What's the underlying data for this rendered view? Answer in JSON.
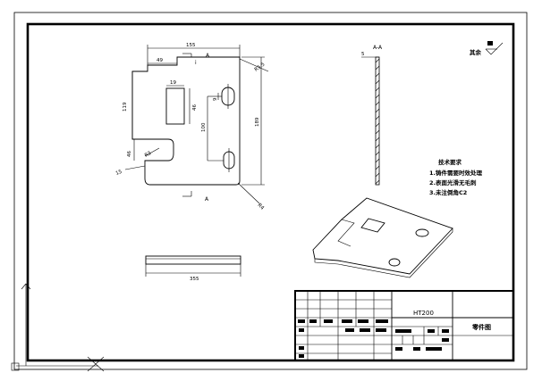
{
  "drawing": {
    "part_name": "零件图",
    "material": "HT200",
    "surface_finish_label": "其余",
    "section_label": "A-A",
    "section_thickness": "5",
    "section_marker": "A",
    "view_arrow_marker": "i",
    "tech_requirements": {
      "title": "技术要求",
      "items": [
        "1.铸件需要时效处理",
        "2.表面光滑无毛刺",
        "3.未注倒角C2"
      ]
    },
    "dimensions": {
      "overall_width": "155",
      "left_offset": "49",
      "left_height": "119",
      "notch_height": "46",
      "notch_radius": "R3",
      "corner_chamfer": "15",
      "slot_width": "19",
      "slot_height": "46",
      "hole_spacing": "100",
      "hole_width": "9",
      "overall_height": "189",
      "top_right_radius": "R5.5",
      "bottom_right_radius": "R4",
      "side_view_length": "355"
    }
  }
}
